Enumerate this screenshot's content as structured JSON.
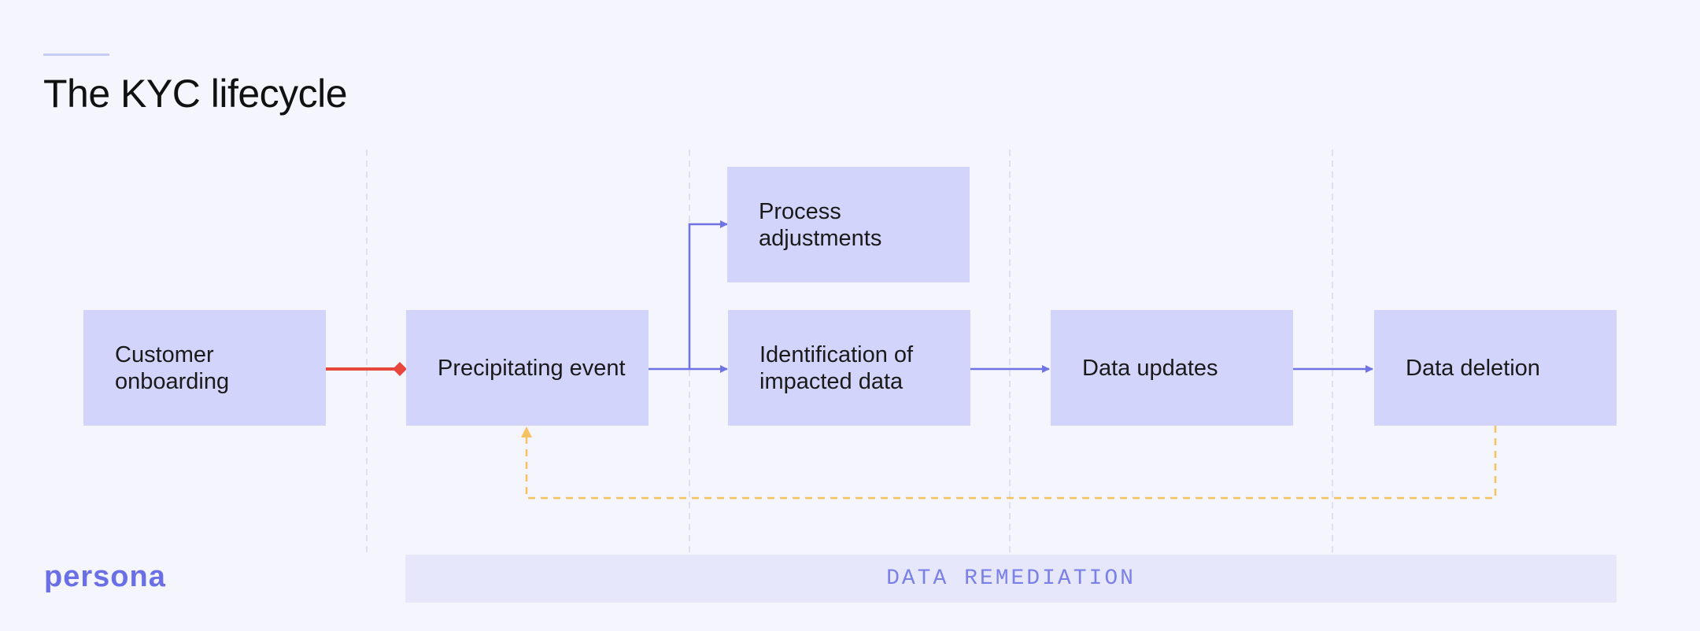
{
  "header": {
    "title": "The KYC lifecycle"
  },
  "nodes": {
    "customer_onboarding": "Customer onboarding",
    "precipitating_event": "Precipitating event",
    "process_adjustments": "Process adjustments",
    "identification": "Identification of impacted data",
    "data_updates": "Data updates",
    "data_deletion": "Data deletion"
  },
  "band": {
    "label": "DATA REMEDIATION"
  },
  "footer": {
    "logo_text": "persona"
  },
  "colors": {
    "background": "#f4f5fd",
    "box_fill": "#d3d4fb",
    "flow_arrow": "#6f73e6",
    "start_connector": "#e8473d",
    "feedback_loop": "#f6c25f",
    "band_fill": "#e6e7fb",
    "band_text": "#7a80e8",
    "divider": "#d6d9ef",
    "logo": "#6b6fe6"
  }
}
